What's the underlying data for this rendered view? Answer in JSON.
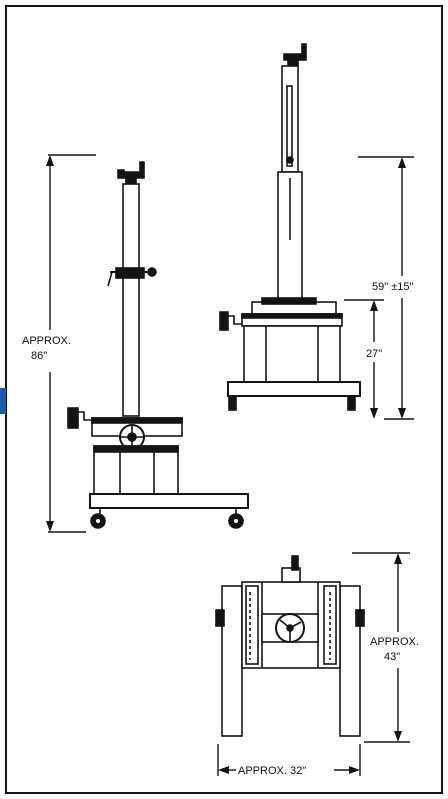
{
  "colors": {
    "ink": "#141414",
    "accent": "#1f5aa6",
    "paper": "#ffffff"
  },
  "labels": {
    "overall_height_line1": "APPROX.",
    "overall_height_line2": "86\"",
    "adjust_range": "59\" ±15\"",
    "base_height": "27\"",
    "depth_line1": "APPROX.",
    "depth_line2": "43\"",
    "width": "APPROX. 32\""
  }
}
